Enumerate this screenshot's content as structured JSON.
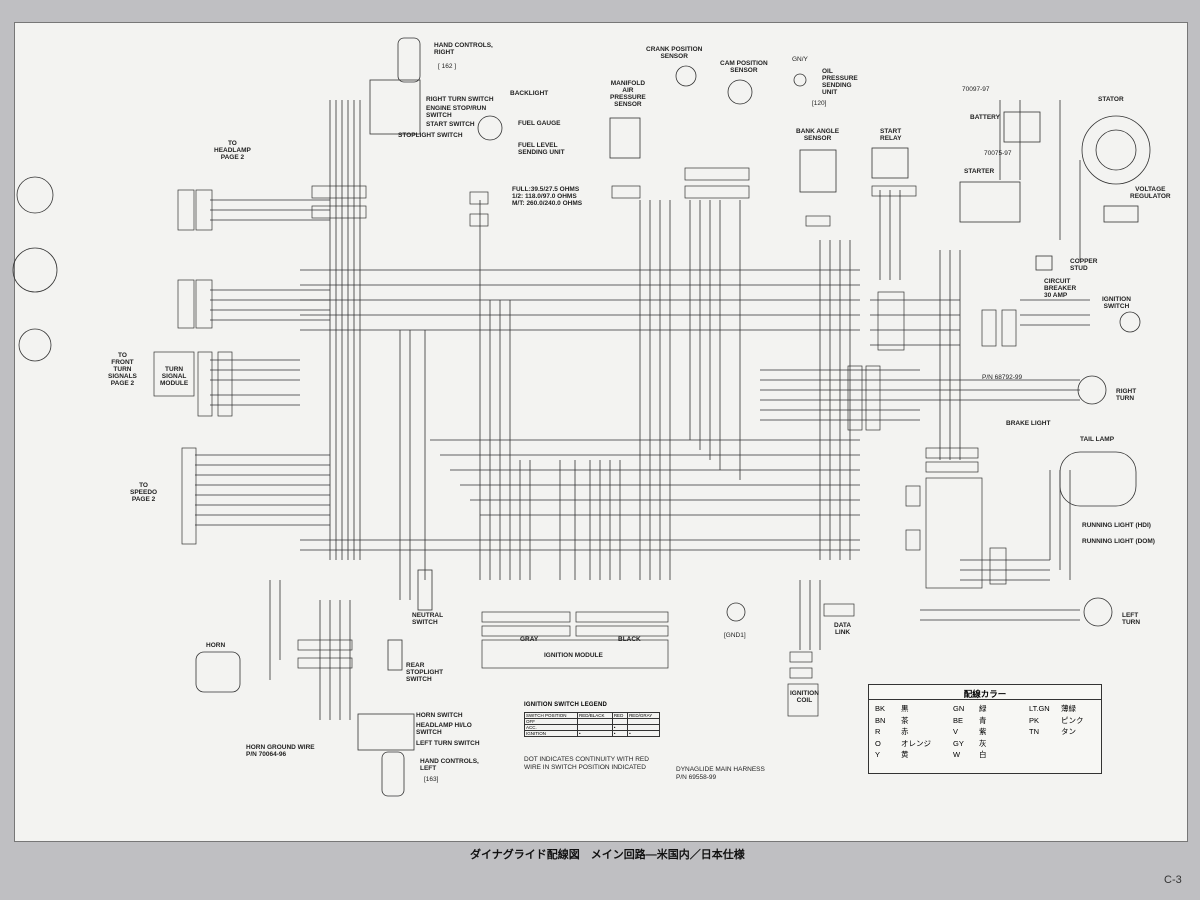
{
  "caption": "ダイナグライド配線図　メイン回路—米国内／日本仕様",
  "page_code": "C-3",
  "legend": {
    "title": "配線カラー",
    "rows": [
      [
        "BK",
        "黒"
      ],
      [
        "BN",
        "茶"
      ],
      [
        "R",
        "赤"
      ],
      [
        "O",
        "オレンジ"
      ],
      [
        "Y",
        "黄"
      ],
      [
        "GN",
        "緑"
      ],
      [
        "BE",
        "青"
      ],
      [
        "V",
        "紫"
      ],
      [
        "GY",
        "灰"
      ],
      [
        "W",
        "白"
      ],
      [
        "LT.GN",
        "薄緑"
      ],
      [
        "PK",
        "ピンク"
      ],
      [
        "TN",
        "タン"
      ]
    ]
  },
  "ignition_legend": {
    "title": "IGNITION SWITCH LEGEND",
    "head": [
      "SWITCH POSITION",
      "RED/BLACK",
      "RED",
      "RED/GRAY"
    ],
    "rows": [
      "OFF",
      "ACC.",
      "IGNITION"
    ],
    "note": "DOT INDICATES CONTINUITY WITH RED\nWIRE IN SWITCH POSITION INDICATED"
  },
  "harness": "DYNAGLIDE MAIN HARNESS\nP/N 69558-99",
  "labels": {
    "hand_controls_right": "HAND CONTROLS,\nRIGHT",
    "ref162": "[ 162 ]",
    "right_turn_switch": "RIGHT TURN SWITCH",
    "engine_stop": "ENGINE STOP/RUN\nSWITCH",
    "start_switch": "START SWITCH",
    "stoplight_switch": "STOPLIGHT SWITCH",
    "backlight": "BACKLIGHT",
    "fuel_gauge": "FUEL GAUGE",
    "fuel_level": "FUEL LEVEL\nSENDING UNIT",
    "fuel_values": "FULL:39.5/27.5 OHMS\n1/2: 118.0/97.0 OHMS\nM/T: 260.0/240.0 OHMS",
    "manifold": "MANIFOLD\nAIR\nPRESSURE\nSENSOR",
    "crank": "CRANK POSITION\nSENSOR",
    "cam": "CAM POSITION\nSENSOR",
    "oil": "OIL\nPRESSURE\nSENDING\nUNIT",
    "ref120": "[120]",
    "gny": "GN/Y",
    "bank_angle": "BANK ANGLE\nSENSOR",
    "start_relay": "START\nRELAY",
    "battery": "BATTERY",
    "battery_pn1": "70097-97",
    "battery_pn2": "70075-97",
    "starter": "STARTER",
    "stator": "STATOR",
    "voltage_reg": "VOLTAGE\nREGULATOR",
    "copper_stud": "COPPER\nSTUD",
    "circuit_breaker": "CIRCUIT\nBREAKER\n30 AMP",
    "ignition_switch": "IGNITION\nSWITCH",
    "to_headlamp": "TO\nHEADLAMP\nPAGE 2",
    "to_front_turn": "TO\nFRONT\nTURN\nSIGNALS\nPAGE 2",
    "turn_signal_module": "TURN\nSIGNAL\nMODULE",
    "to_speedo": "TO\nSPEEDO\nPAGE 2",
    "pn68792": "P/N 68792-99",
    "right_turn": "RIGHT\nTURN",
    "brake_light": "BRAKE LIGHT",
    "tail_lamp": "TAIL LAMP",
    "running_hdi": "RUNNING LIGHT (HDI)",
    "running_dom": "RUNNING LIGHT (DOM)",
    "left_turn": "LEFT\nTURN",
    "horn": "HORN",
    "horn_ground": "HORN GROUND WIRE\nP/N 70064-96",
    "neutral": "NEUTRAL\nSWITCH",
    "rear_stoplight": "REAR\nSTOPLIGHT\nSWITCH",
    "horn_switch": "HORN SWITCH",
    "headlamp_hilo": "HEADLAMP HI/LO\nSWITCH",
    "left_turn_switch": "LEFT TURN SWITCH",
    "hand_controls_left": "HAND CONTROLS,\nLEFT",
    "ref163": "[163]",
    "ignition_module": "IGNITION MODULE",
    "gray": "GRAY",
    "black": "BLACK",
    "gnd1": "[GND1]",
    "data_link": "DATA\nLINK",
    "ignition_coil": "IGNITION\nCOIL"
  },
  "colors": {
    "paper": "#f3f3f1",
    "ink": "#222222",
    "background": "#bfbfc2"
  }
}
